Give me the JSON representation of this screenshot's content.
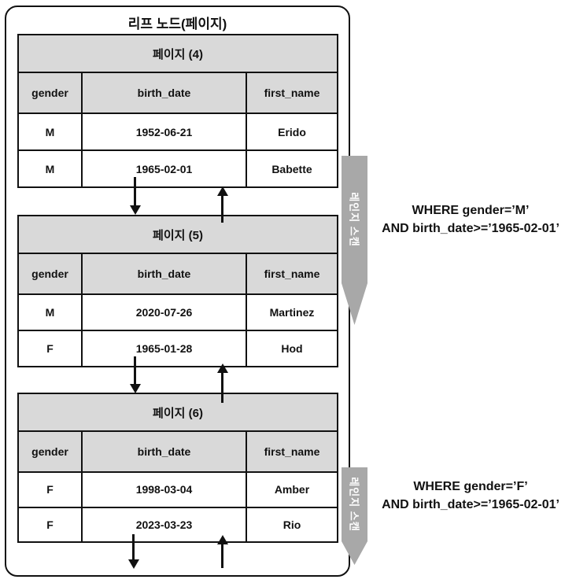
{
  "diagram_title": "리프 노드(페이지)",
  "columns": [
    "gender",
    "birth_date",
    "first_name"
  ],
  "pages": [
    {
      "name": "페이지 (4)",
      "rows": [
        [
          "M",
          "1952-06-21",
          "Erido"
        ],
        [
          "M",
          "1965-02-01",
          "Babette"
        ]
      ]
    },
    {
      "name": "페이지 (5)",
      "rows": [
        [
          "M",
          "2020-07-26",
          "Martinez"
        ],
        [
          "F",
          "1965-01-28",
          "Hod"
        ]
      ]
    },
    {
      "name": "페이지 (6)",
      "rows": [
        [
          "F",
          "1998-03-04",
          "Amber"
        ],
        [
          "F",
          "2023-03-23",
          "Rio"
        ]
      ]
    }
  ],
  "range_scans": [
    {
      "label": "레인지 스캔",
      "where_line1": "WHERE gender=’M’",
      "where_line2": "AND birth_date>=’1965-02-01’"
    },
    {
      "label": "레인지 스캔",
      "where_line1": "WHERE gender=’F’",
      "where_line2": "AND birth_date>=’1965-02-01’"
    }
  ],
  "colors": {
    "table_header_bg": "#d9d9d9",
    "banner_bg": "#a8a8a8",
    "banner_text": "#ffffff",
    "border": "#111111"
  }
}
